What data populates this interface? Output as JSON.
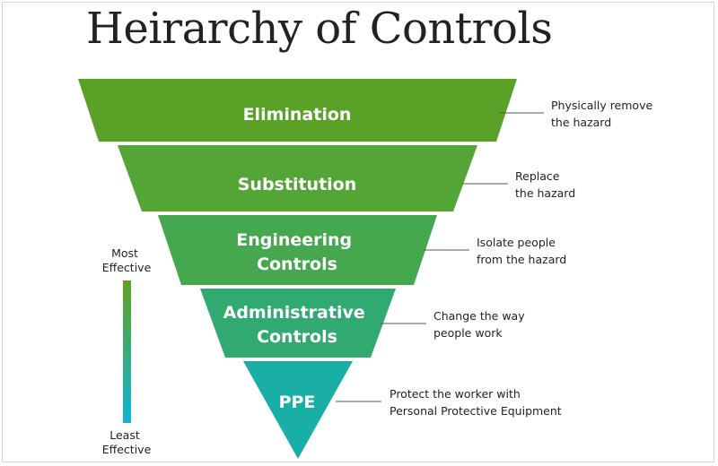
{
  "title": "Heirarchy of Controls",
  "colors": {
    "top": "#5da321",
    "bottom": "#12b3d6",
    "levels": [
      "#5aa127",
      "#53a535",
      "#45a84f",
      "#31aa72",
      "#1aafa6",
      "#14b2c8"
    ]
  },
  "levels": [
    {
      "label": [
        "Elimination"
      ],
      "description": [
        "Physically remove",
        "the hazard"
      ]
    },
    {
      "label": [
        "Substitution"
      ],
      "description": [
        "Replace",
        "the hazard"
      ]
    },
    {
      "label": [
        "Engineering",
        "Controls"
      ],
      "description": [
        "Isolate people",
        "from the hazard"
      ]
    },
    {
      "label": [
        "Administrative",
        "Controls"
      ],
      "description": [
        "Change the way",
        "people work"
      ]
    },
    {
      "label": [
        "PPE"
      ],
      "description": [
        "Protect the worker with",
        "Personal Protective Equipment"
      ]
    }
  ],
  "scale": {
    "top_label": [
      "Most",
      "Effective"
    ],
    "bottom_label": [
      "Least",
      "Effective"
    ]
  }
}
